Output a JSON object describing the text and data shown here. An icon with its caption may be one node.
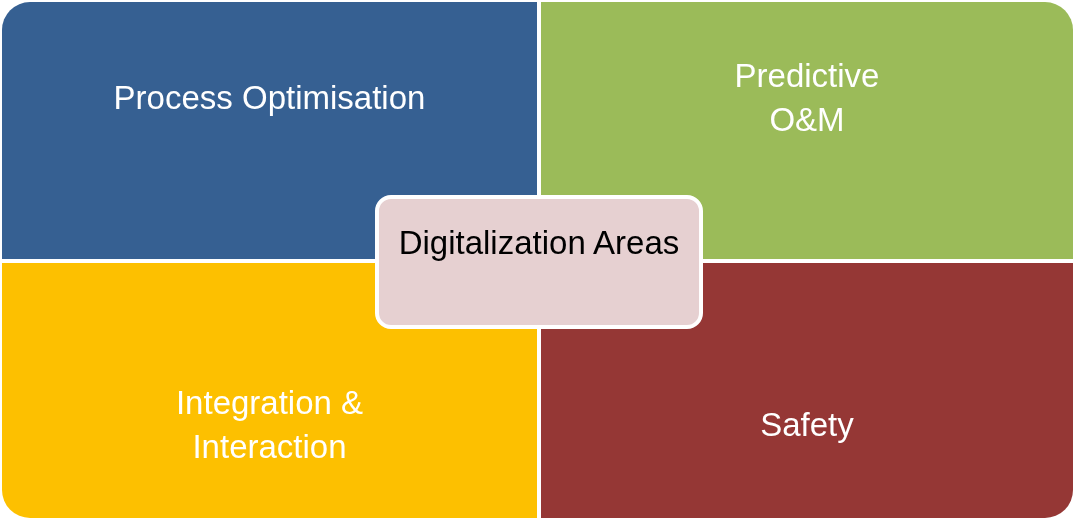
{
  "diagram": {
    "nodes": [
      {
        "text": [
          "Process Optimisation"
        ]
      },
      {
        "text": [
          "Predictive O&M"
        ]
      },
      {
        "text": [
          "Digitalization Areas"
        ]
      },
      {
        "text": [
          "Integration & Interaction"
        ]
      },
      {
        "text": [
          "Safety"
        ]
      }
    ]
  }
}
